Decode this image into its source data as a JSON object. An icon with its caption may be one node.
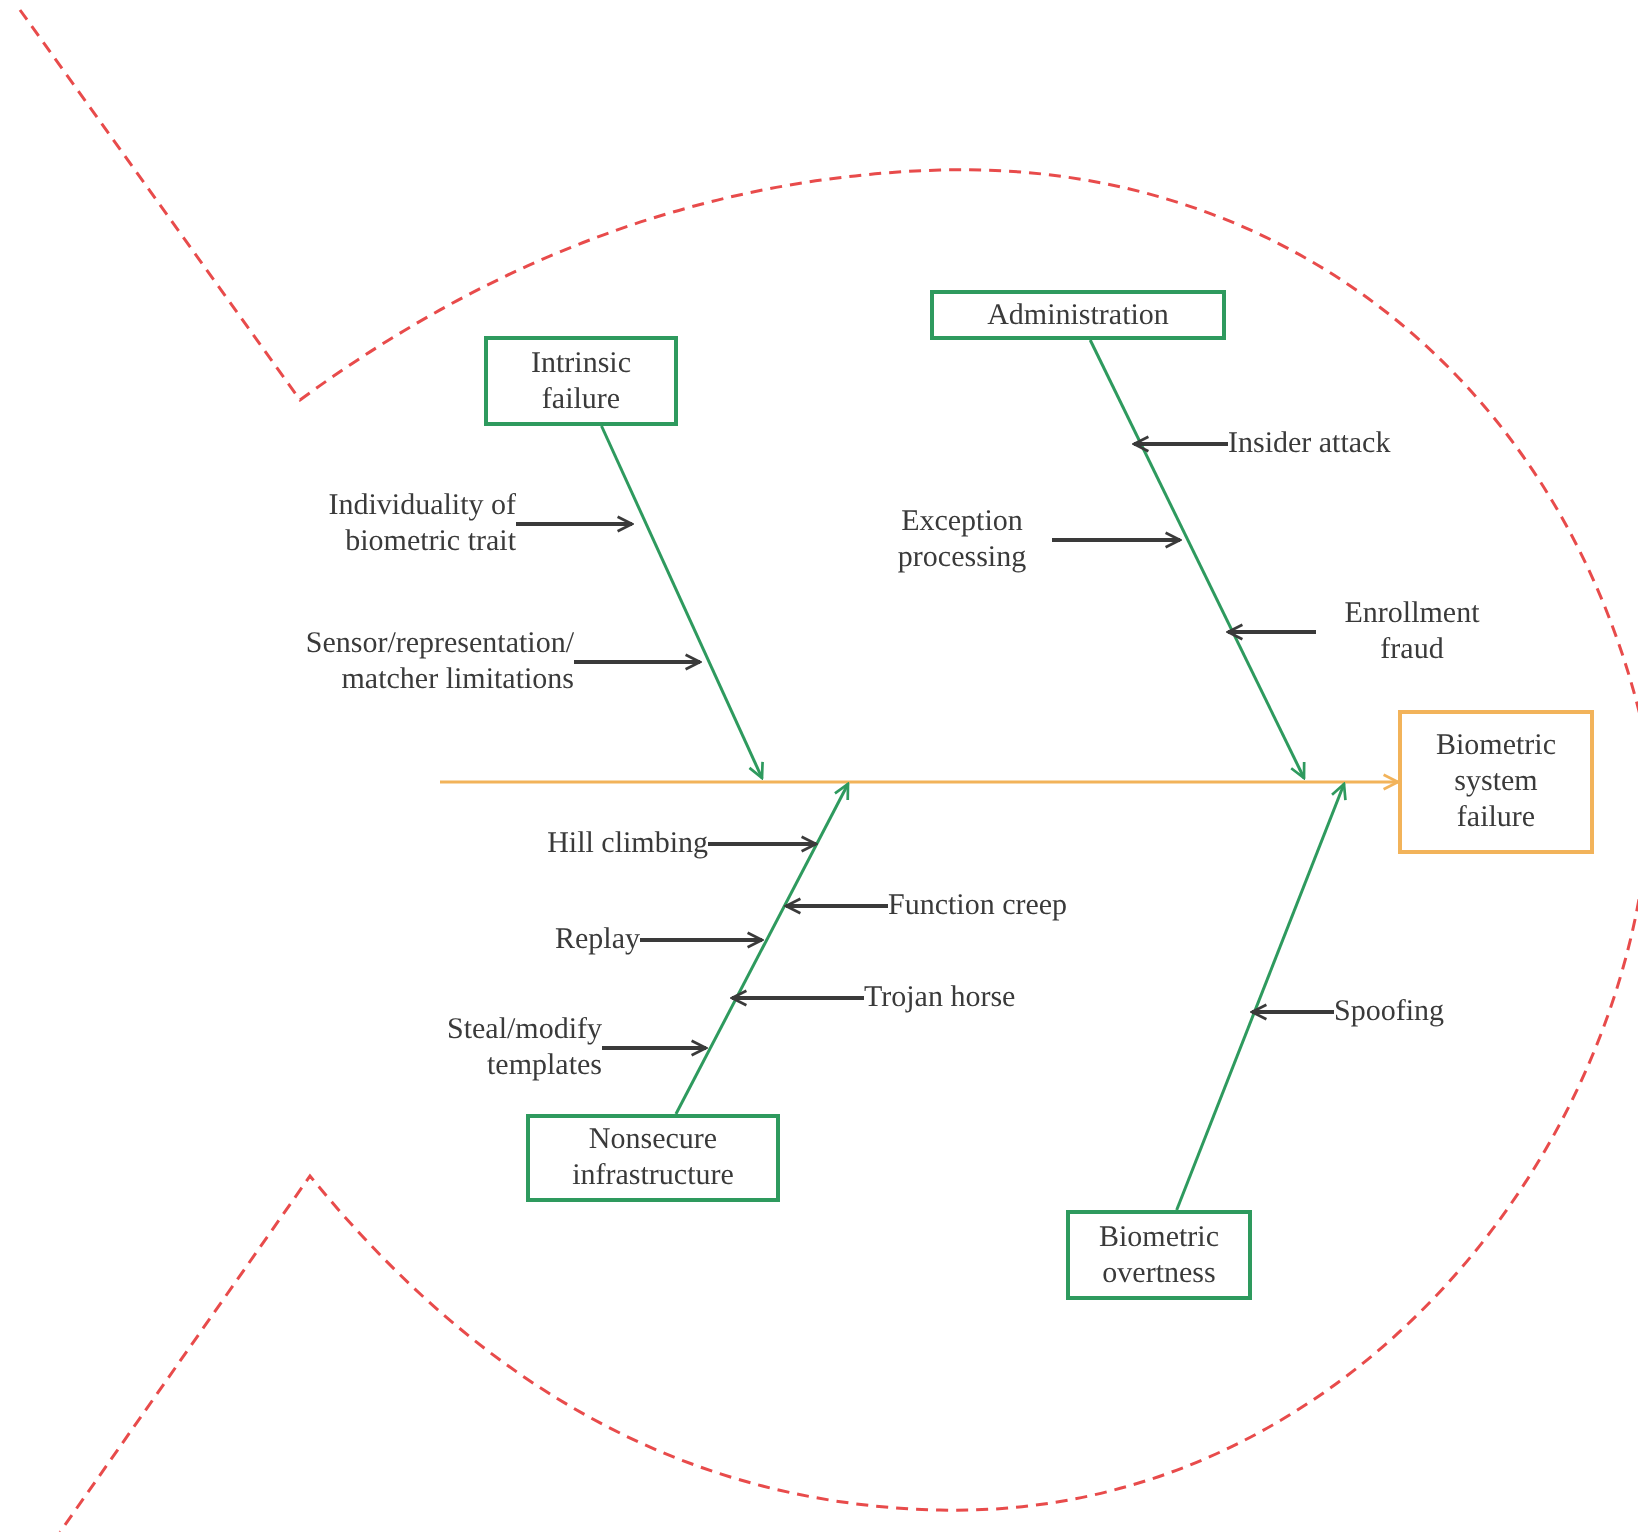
{
  "diagram": {
    "nodes": [
      {
        "text": [
          "Intrinsic failure"
        ]
      },
      {
        "text": [
          "Administration"
        ]
      },
      {
        "text": [
          "Biometric system failure"
        ]
      },
      {
        "text": [
          "Nonsecure infrastructure"
        ]
      },
      {
        "text": [
          "Biometric overtness"
        ]
      },
      {
        "text": [
          "Individuality of biometric trait"
        ]
      },
      {
        "text": [
          "Sensor/representation/ matcher limitations"
        ]
      },
      {
        "text": [
          "Exception processing"
        ]
      },
      {
        "text": [
          "Insider attack"
        ]
      },
      {
        "text": [
          "Enrollment fraud"
        ]
      },
      {
        "text": [
          "Hill climbing"
        ]
      },
      {
        "text": [
          "Function creep"
        ]
      },
      {
        "text": [
          "Replay"
        ]
      },
      {
        "text": [
          "Trojan horse"
        ]
      },
      {
        "text": [
          "Steal/modify templates"
        ]
      },
      {
        "text": [
          "Spoofing"
        ]
      }
    ],
    "edges": [
      {
        "from": null,
        "to": 2,
        "arrow": "to",
        "color": "#f2b35a"
      },
      {
        "from": 0,
        "to": null,
        "arrow": "to",
        "color": "#2e9a5e"
      },
      {
        "from": 1,
        "to": null,
        "arrow": "to",
        "color": "#2e9a5e"
      },
      {
        "from": 3,
        "to": null,
        "arrow": "to",
        "color": "#2e9a5e"
      },
      {
        "from": 4,
        "to": null,
        "arrow": "to",
        "color": "#2e9a5e"
      },
      {
        "from": 5,
        "to": null,
        "arrow": "to"
      },
      {
        "from": 6,
        "to": null,
        "arrow": "to"
      },
      {
        "from": 7,
        "to": null,
        "arrow": "to"
      },
      {
        "from": 8,
        "to": null,
        "arrow": "to"
      },
      {
        "from": 9,
        "to": null,
        "arrow": "to"
      },
      {
        "from": 10,
        "to": null,
        "arrow": "to"
      },
      {
        "from": 11,
        "to": null,
        "arrow": "to"
      },
      {
        "from": 12,
        "to": null,
        "arrow": "to"
      },
      {
        "from": 13,
        "to": null,
        "arrow": "to"
      },
      {
        "from": 14,
        "to": null,
        "arrow": "to"
      },
      {
        "from": 15,
        "to": null,
        "arrow": "to"
      }
    ]
  }
}
